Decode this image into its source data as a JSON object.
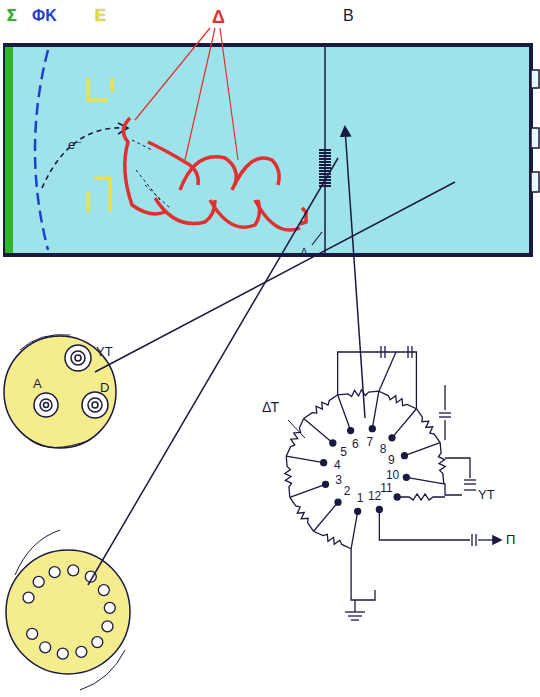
{
  "diagram": {
    "labels": [
      "Σ",
      "ΦΚ",
      "Ε",
      "Δ",
      "Β",
      "e⁻",
      "Α",
      "ΥΤ",
      "Α",
      "D",
      "ΔΤ",
      "1",
      "2",
      "3",
      "4",
      "5",
      "6",
      "7",
      "8",
      "9",
      "10",
      "11",
      "12",
      "ΥΤ",
      "Π"
    ]
  }
}
